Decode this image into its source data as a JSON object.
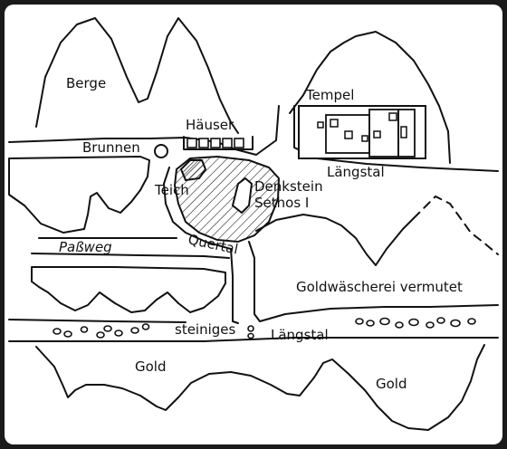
{
  "map": {
    "labels": {
      "berge": "Berge",
      "haeuser": "Häuser",
      "brunnen": "Brunnen",
      "tempel": "Tempel",
      "laengstal_top": "Längstal",
      "teich": "Teich",
      "denkstein_1": "Denkstein",
      "denkstein_2": "Sethos I",
      "passweg": "Paßweg",
      "quertal": "Quertal",
      "goldwaescherei": "Goldwäscherei vermutet",
      "steiniges": "steiniges",
      "laengstal_bottom": "Längstal",
      "gold_left": "Gold",
      "gold_right": "Gold"
    },
    "colors": {
      "ink": "#111111",
      "paper": "#ffffff",
      "frame": "#1a1a1a"
    }
  }
}
